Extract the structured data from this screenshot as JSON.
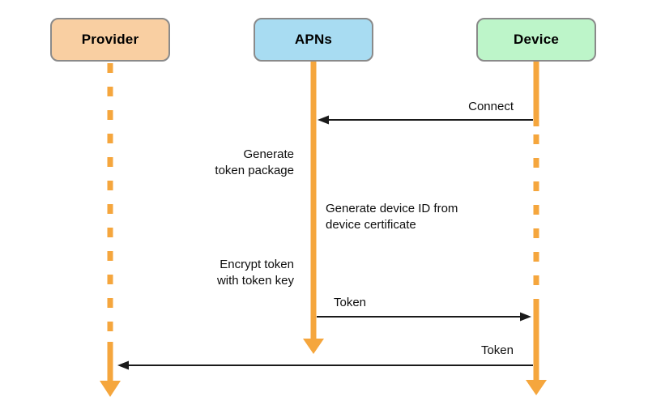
{
  "diagram": {
    "type": "sequence-diagram",
    "actors": [
      {
        "id": "provider",
        "label": "Provider",
        "fill": "#F9CFA2"
      },
      {
        "id": "apns",
        "label": "APNs",
        "fill": "#A8DCF2"
      },
      {
        "id": "device",
        "label": "Device",
        "fill": "#BDF5C9"
      }
    ],
    "colors": {
      "lifeline": "#F5A63D",
      "arrow": "#1a1a1a",
      "box_border": "#8a8a8a",
      "background": "#ffffff"
    },
    "messages": {
      "connect": "Connect",
      "token_to_device": "Token",
      "token_to_provider": "Token"
    },
    "notes": {
      "generate_token_package": "Generate\ntoken package",
      "generate_device_id": "Generate device ID from\ndevice certificate",
      "encrypt_token": "Encrypt token\nwith token key"
    }
  }
}
